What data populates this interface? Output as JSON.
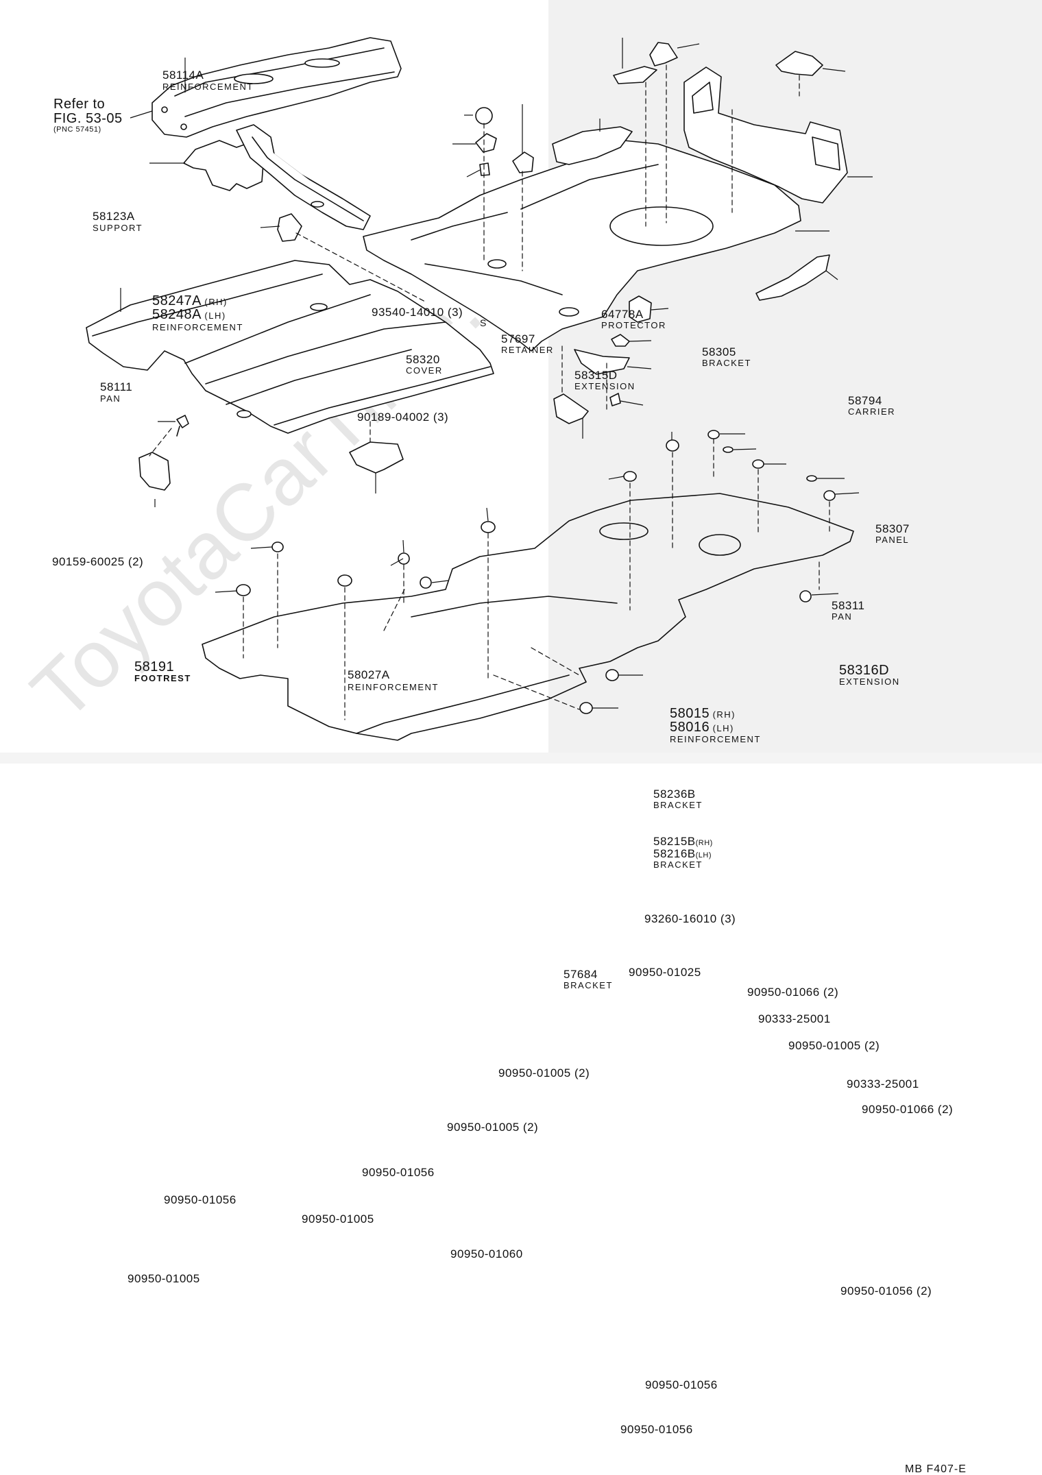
{
  "watermark": "ToyotaCarTime.ru",
  "refer": {
    "line1": "Refer to",
    "line2": "FIG. 53-05",
    "line3": "(PNC 57451)"
  },
  "labels": {
    "p58114A": {
      "num": "58114A",
      "name": "REINFORCEMENT"
    },
    "p58123A": {
      "num": "58123A",
      "name": "SUPPORT"
    },
    "p58247A": {
      "num": "58247A",
      "side": "(RH)"
    },
    "p58248A": {
      "num": "58248A",
      "side": "(LH)",
      "name": "REINFORCEMENT"
    },
    "p58111": {
      "num": "58111",
      "name": "PAN"
    },
    "p90159": {
      "num": "90159-60025 (2)"
    },
    "p58191": {
      "num": "58191",
      "name": "FOOTREST"
    },
    "p58027A": {
      "num": "58027A",
      "name": "REINFORCEMENT"
    },
    "p93540": {
      "num": "93540-14010 (3)",
      "symbol": "S"
    },
    "p58320": {
      "num": "58320",
      "name": "COVER"
    },
    "p90189": {
      "num": "90189-04002 (3)"
    },
    "p57697": {
      "num": "57697",
      "name": "RETAINER"
    },
    "p58315D": {
      "num": "58315D",
      "name": "EXTENSION"
    },
    "p64778A": {
      "num": "64778A",
      "name": "PROTECTOR"
    },
    "p58305": {
      "num": "58305",
      "name": "BRACKET"
    },
    "p58794": {
      "num": "58794",
      "name": "CARRIER"
    },
    "p58307": {
      "num": "58307",
      "name": "PANEL"
    },
    "p58311": {
      "num": "58311",
      "name": "PAN"
    },
    "p58316D": {
      "num": "58316D",
      "name": "EXTENSION"
    },
    "p58015": {
      "num": "58015",
      "side": "(RH)"
    },
    "p58016": {
      "num": "58016",
      "side": "(LH)",
      "name": "REINFORCEMENT"
    },
    "p58236B": {
      "num": "58236B",
      "name": "BRACKET"
    },
    "p58215B": {
      "num": "58215B",
      "side": "(RH)"
    },
    "p58216B": {
      "num": "58216B",
      "side": "(LH)",
      "name": "BRACKET"
    },
    "p93260": {
      "num": "93260-16010 (3)"
    },
    "p57684": {
      "num": "57684",
      "name": "BRACKET"
    },
    "p90950_01025": {
      "num": "90950-01025"
    },
    "p90950_01066a": {
      "num": "90950-01066 (2)"
    },
    "p90333a": {
      "num": "90333-25001"
    },
    "p90950_01005a": {
      "num": "90950-01005 (2)"
    },
    "p90950_01005b": {
      "num": "90950-01005 (2)"
    },
    "p90333b": {
      "num": "90333-25001"
    },
    "p90950_01066b": {
      "num": "90950-01066 (2)"
    },
    "p90950_01005c": {
      "num": "90950-01005 (2)"
    },
    "p90950_01056a": {
      "num": "90950-01056"
    },
    "p90950_01056b": {
      "num": "90950-01056"
    },
    "p90950_01005d": {
      "num": "90950-01005"
    },
    "p90950_01005e": {
      "num": "90950-01005"
    },
    "p90950_01060": {
      "num": "90950-01060"
    },
    "p90950_01056c": {
      "num": "90950-01056 (2)"
    },
    "p90950_01056d": {
      "num": "90950-01056"
    },
    "p90950_01056e": {
      "num": "90950-01056"
    }
  },
  "footer": {
    "code": "MB  F407-E"
  }
}
